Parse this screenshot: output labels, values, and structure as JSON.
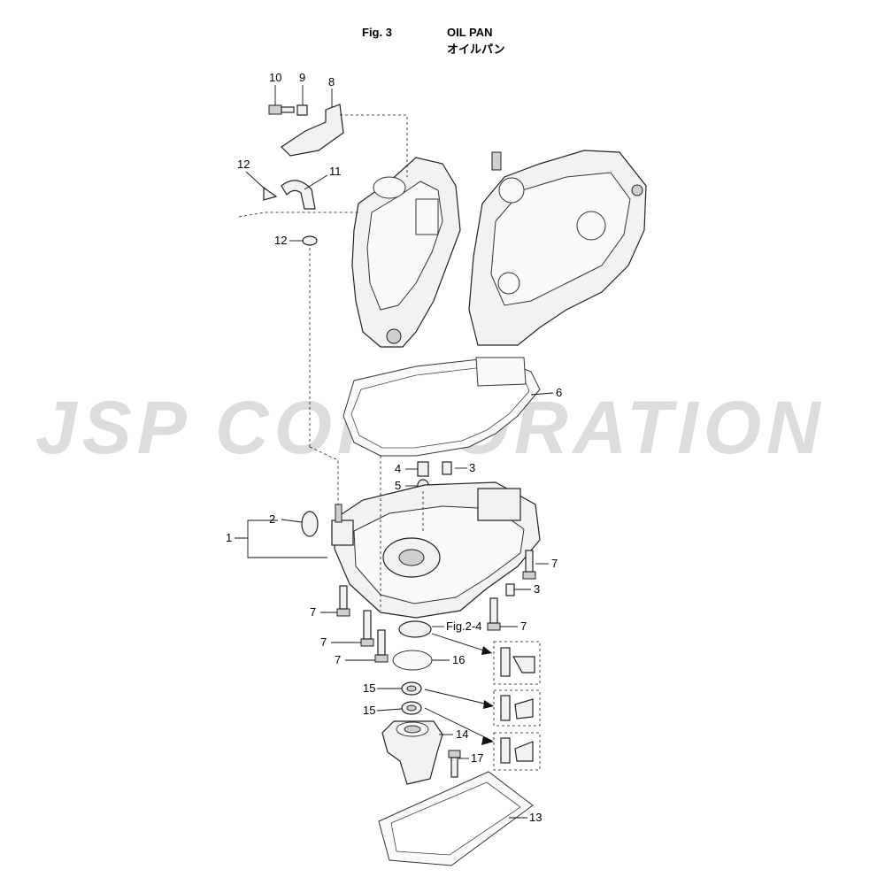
{
  "header": {
    "figure_label": "Fig. 3",
    "title_en": "OIL PAN",
    "title_jp": "オイルパン"
  },
  "watermark": "JSP CORPORATION",
  "ref_label": "Fig.2-4",
  "callouts": {
    "c10": "10",
    "c9": "9",
    "c8": "8",
    "c12a": "12",
    "c11": "11",
    "c12b": "12",
    "c6": "6",
    "c4": "4",
    "c3a": "3",
    "c5": "5",
    "c2": "2",
    "c1": "1",
    "c7a": "7",
    "c3b": "3",
    "c7b": "7",
    "c7c": "7",
    "c7d": "7",
    "c7e": "7",
    "c16": "16",
    "c15a": "15",
    "c15b": "15",
    "c14": "14",
    "c17": "17",
    "c13": "13"
  },
  "colors": {
    "line": "#111111",
    "part_fill": "#f2f2f2",
    "watermark": "#dcdcdc"
  }
}
